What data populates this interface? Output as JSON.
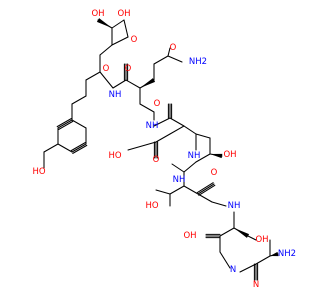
{
  "colors": {
    "O": "#ff0000",
    "N": "#0000ff",
    "C": "#000000",
    "background": "#ffffff"
  },
  "labels": {
    "l1": "OH",
    "l2": "OH",
    "l3": "O",
    "l4": "O",
    "l5": "NH",
    "l6": "NH2",
    "l7": "O",
    "l8": "HO",
    "l9": "O",
    "l10": "N",
    "l11": "NH",
    "l12": "OH",
    "l13": "HO",
    "l14": "O",
    "l15": "NH",
    "l16": "OH",
    "l17": "HO",
    "l18": "O",
    "l19": "NH",
    "l20": "OH",
    "l21": "NH",
    "l22": "O",
    "l23": "NH2",
    "l24": "N"
  }
}
